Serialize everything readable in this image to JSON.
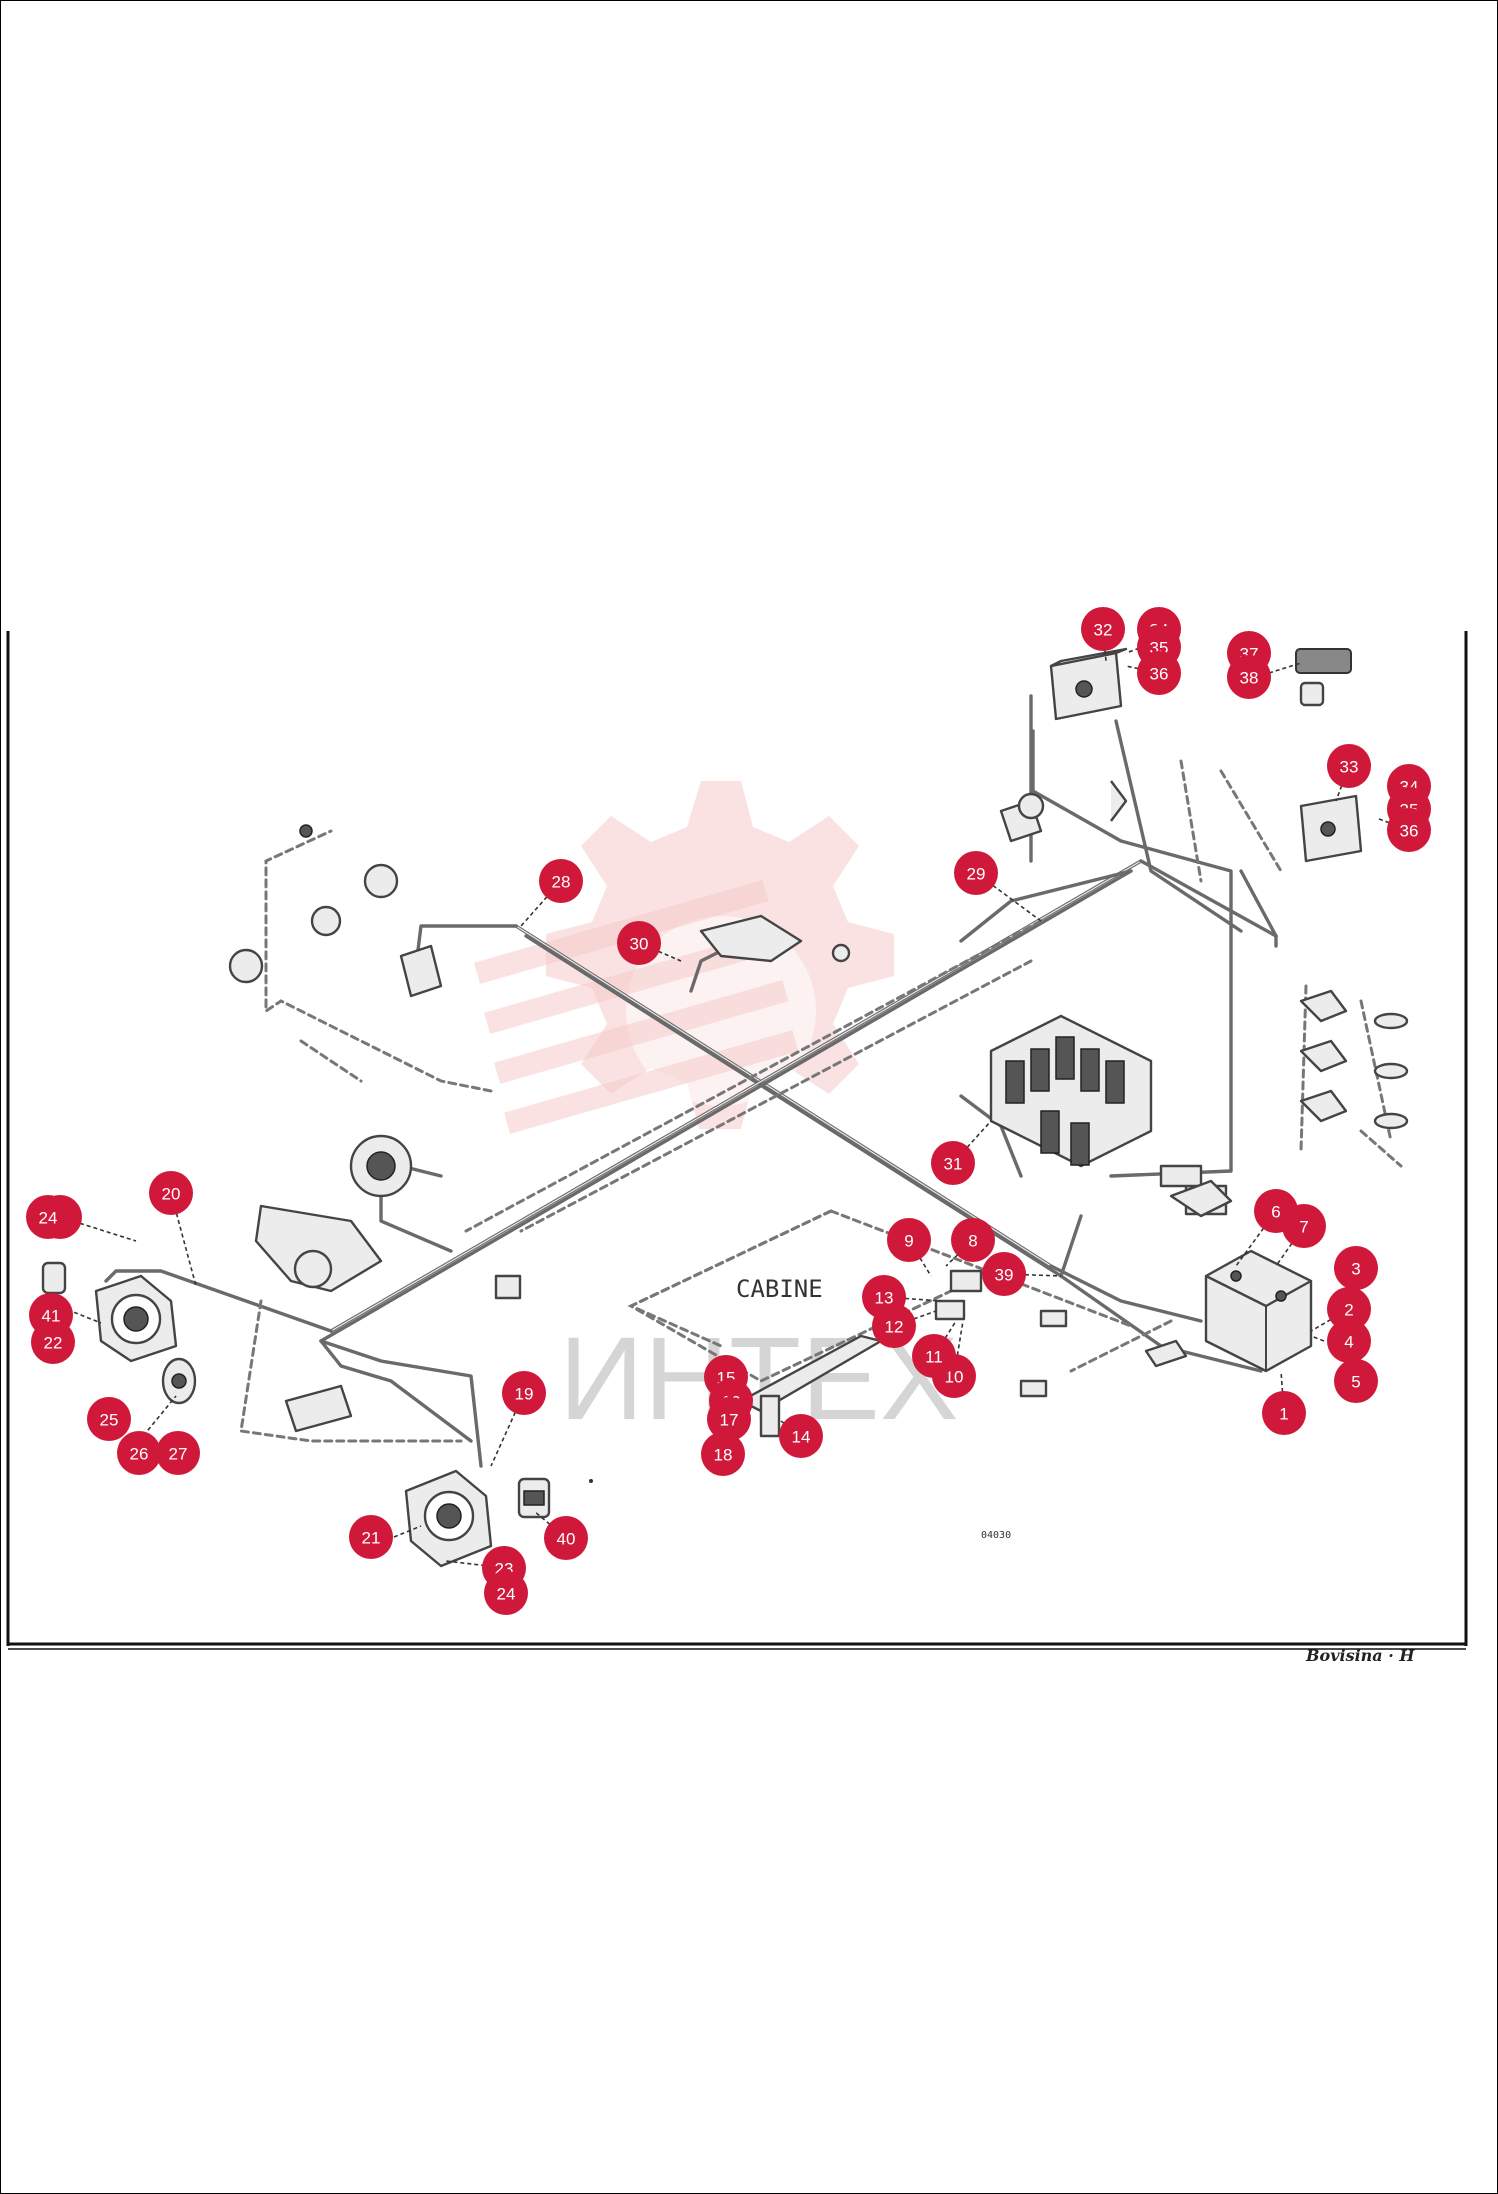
{
  "diagram": {
    "area_label": "CABINE",
    "drawing_code": "04030",
    "footer_text": "Bovisina · H",
    "watermark_text": "ИНТЕХ",
    "callout_color": "#d0193a",
    "callouts": [
      "1",
      "2",
      "3",
      "4",
      "5",
      "6",
      "7",
      "8",
      "9",
      "10",
      "11",
      "12",
      "13",
      "14",
      "15",
      "16",
      "17",
      "18",
      "19",
      "20",
      "21",
      "22",
      "23",
      "23",
      "24",
      "24",
      "25",
      "26",
      "27",
      "28",
      "29",
      "30",
      "31",
      "32",
      "33",
      "34",
      "34",
      "35",
      "35",
      "36",
      "36",
      "37",
      "38",
      "39",
      "40",
      "41"
    ]
  }
}
